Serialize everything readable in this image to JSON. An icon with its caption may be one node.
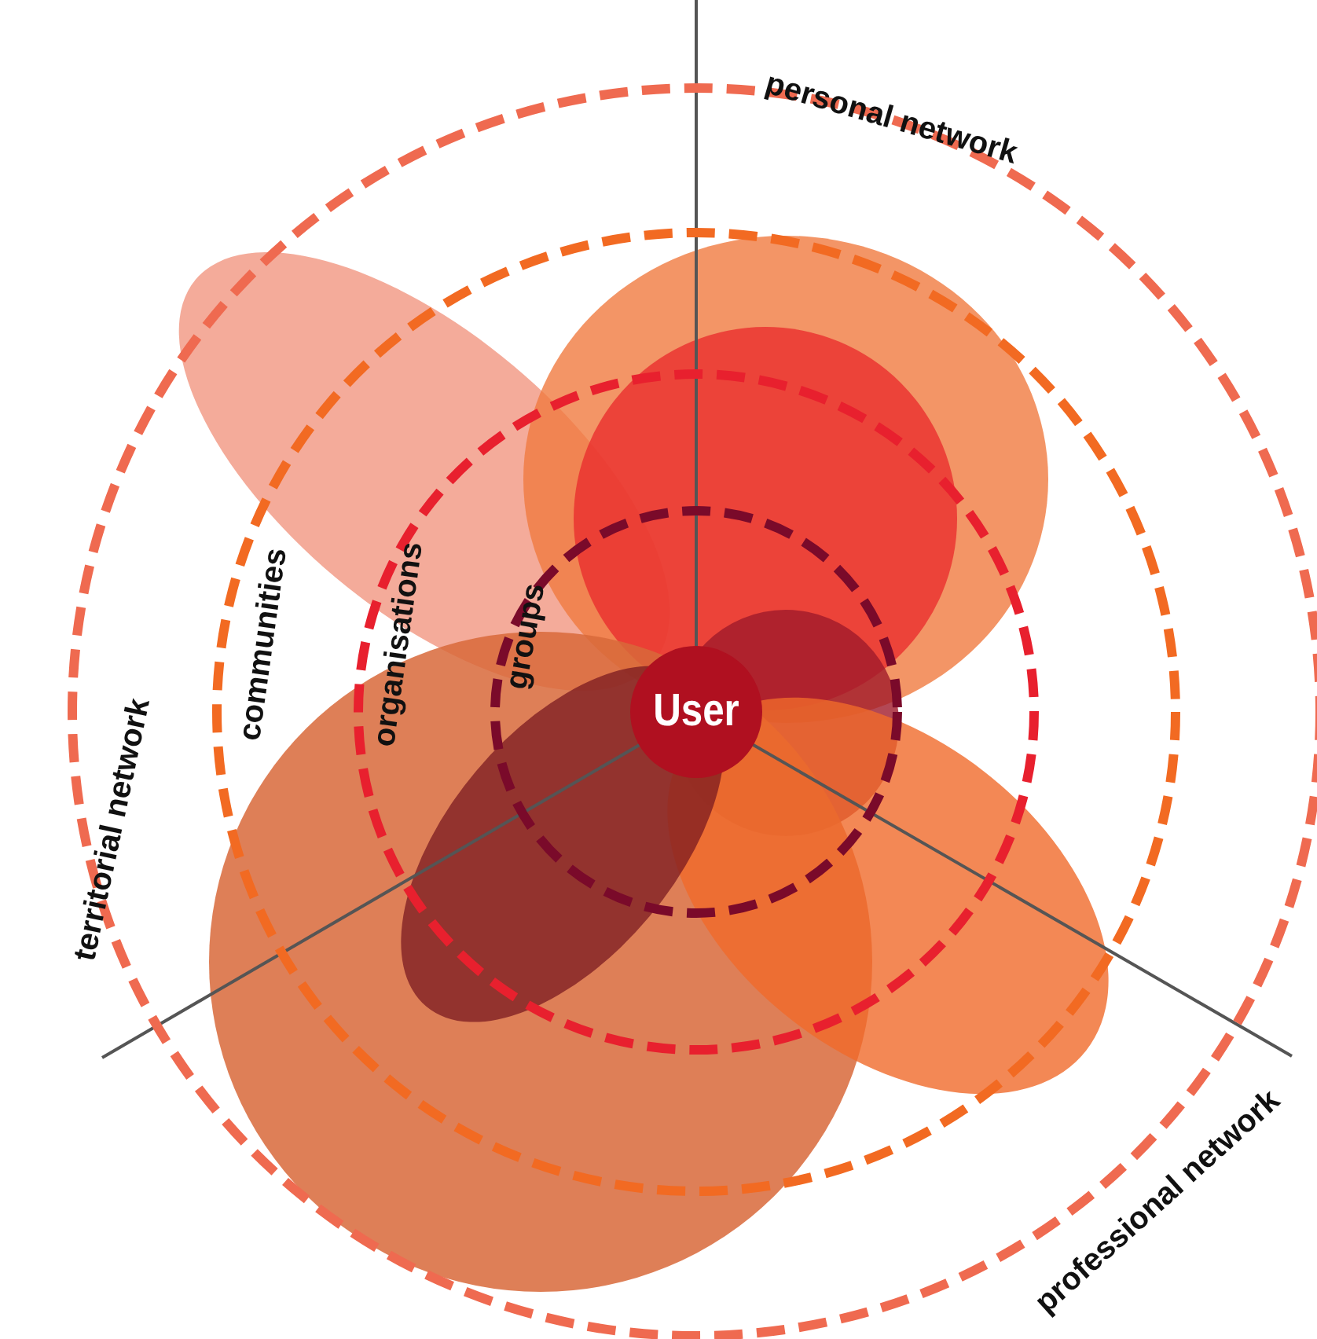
{
  "diagram": {
    "nodes": [
      {
        "text": [],
        "shape": "circle"
      },
      {
        "text": [
          "communities"
        ],
        "in": 0
      },
      {
        "text": [
          "organisations"
        ],
        "in": 1
      },
      {
        "text": [
          "groups"
        ],
        "in": 2
      },
      {
        "text": [
          "User"
        ],
        "in": 3
      }
    ],
    "labels": [
      "personal network",
      "territorial network",
      "professional network"
    ]
  }
}
